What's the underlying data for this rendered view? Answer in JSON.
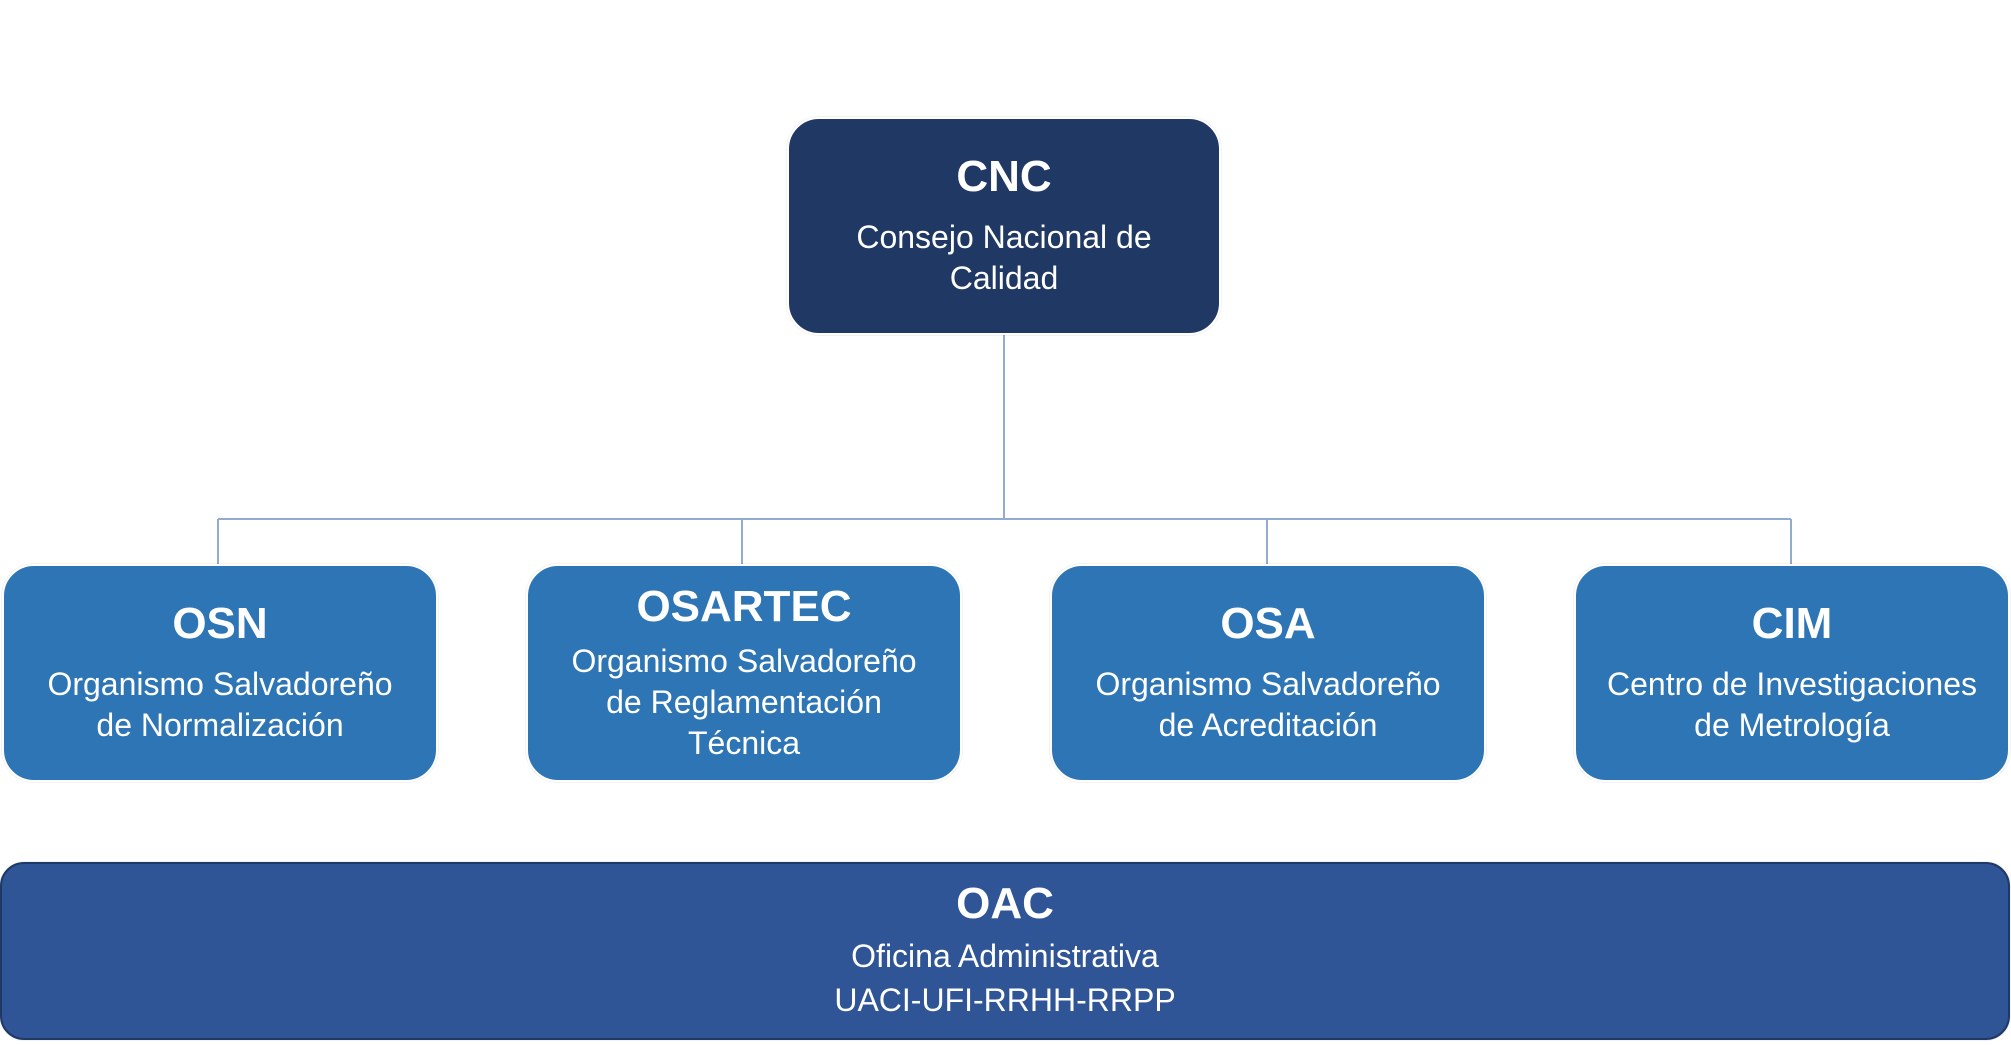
{
  "colors": {
    "top": "#203864",
    "child": "#2e75b6",
    "bottom": "#2f5597",
    "connector": "#93abd2"
  },
  "top": {
    "abbr": "CNC",
    "name": "Consejo Nacional de Calidad"
  },
  "children": [
    {
      "abbr": "OSN",
      "name": "Organismo Salvadoreño de Normalización"
    },
    {
      "abbr": "OSARTEC",
      "name": "Organismo Salvadoreño de Reglamentación Técnica"
    },
    {
      "abbr": "OSA",
      "name": "Organismo Salvadoreño de Acreditación"
    },
    {
      "abbr": "CIM",
      "name": "Centro de Investigaciones de Metrología"
    }
  ],
  "bottom": {
    "abbr": "OAC",
    "line1": "Oficina Administrativa",
    "line2": "UACI-UFI-RRHH-RRPP"
  }
}
